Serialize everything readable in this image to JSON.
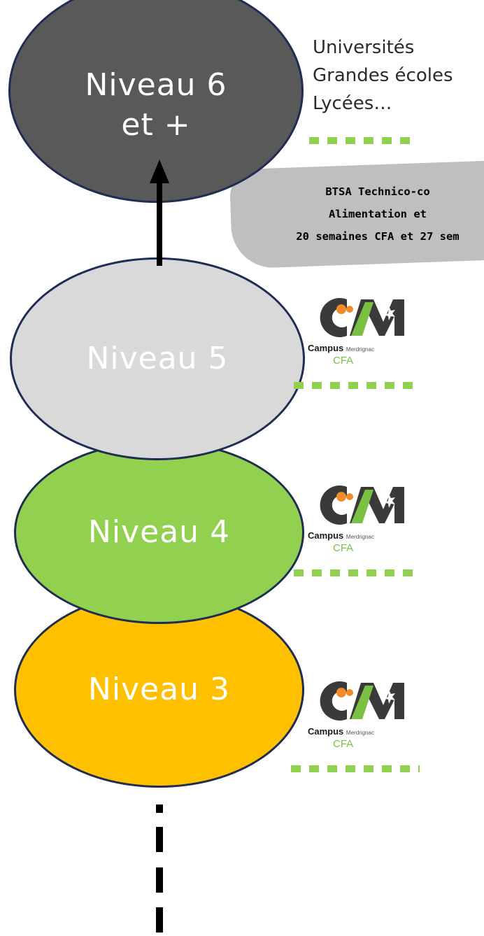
{
  "levels": {
    "level6": {
      "line1": "Niveau 6",
      "line2": "et +"
    },
    "level5": {
      "label": "Niveau 5"
    },
    "level4": {
      "label": "Niveau 4"
    },
    "level3": {
      "label": "Niveau 3"
    }
  },
  "level6_destinations": [
    "Universités",
    "Grandes écoles",
    "Lycées…"
  ],
  "btsa_note": {
    "line1": "BTSA Technico-co",
    "line2": "Alimentation et",
    "line3": "20 semaines CFA et 27 sem"
  },
  "logo": {
    "brand": "Campus",
    "brand_sub": "Merdrignac",
    "cfa": "CFA"
  },
  "colors": {
    "level6": "#595959",
    "level5": "#d9d9d9",
    "level4": "#92d050",
    "level3": "#ffc000",
    "dotted_line": "#92d050",
    "banner": "#bfbfbf"
  }
}
